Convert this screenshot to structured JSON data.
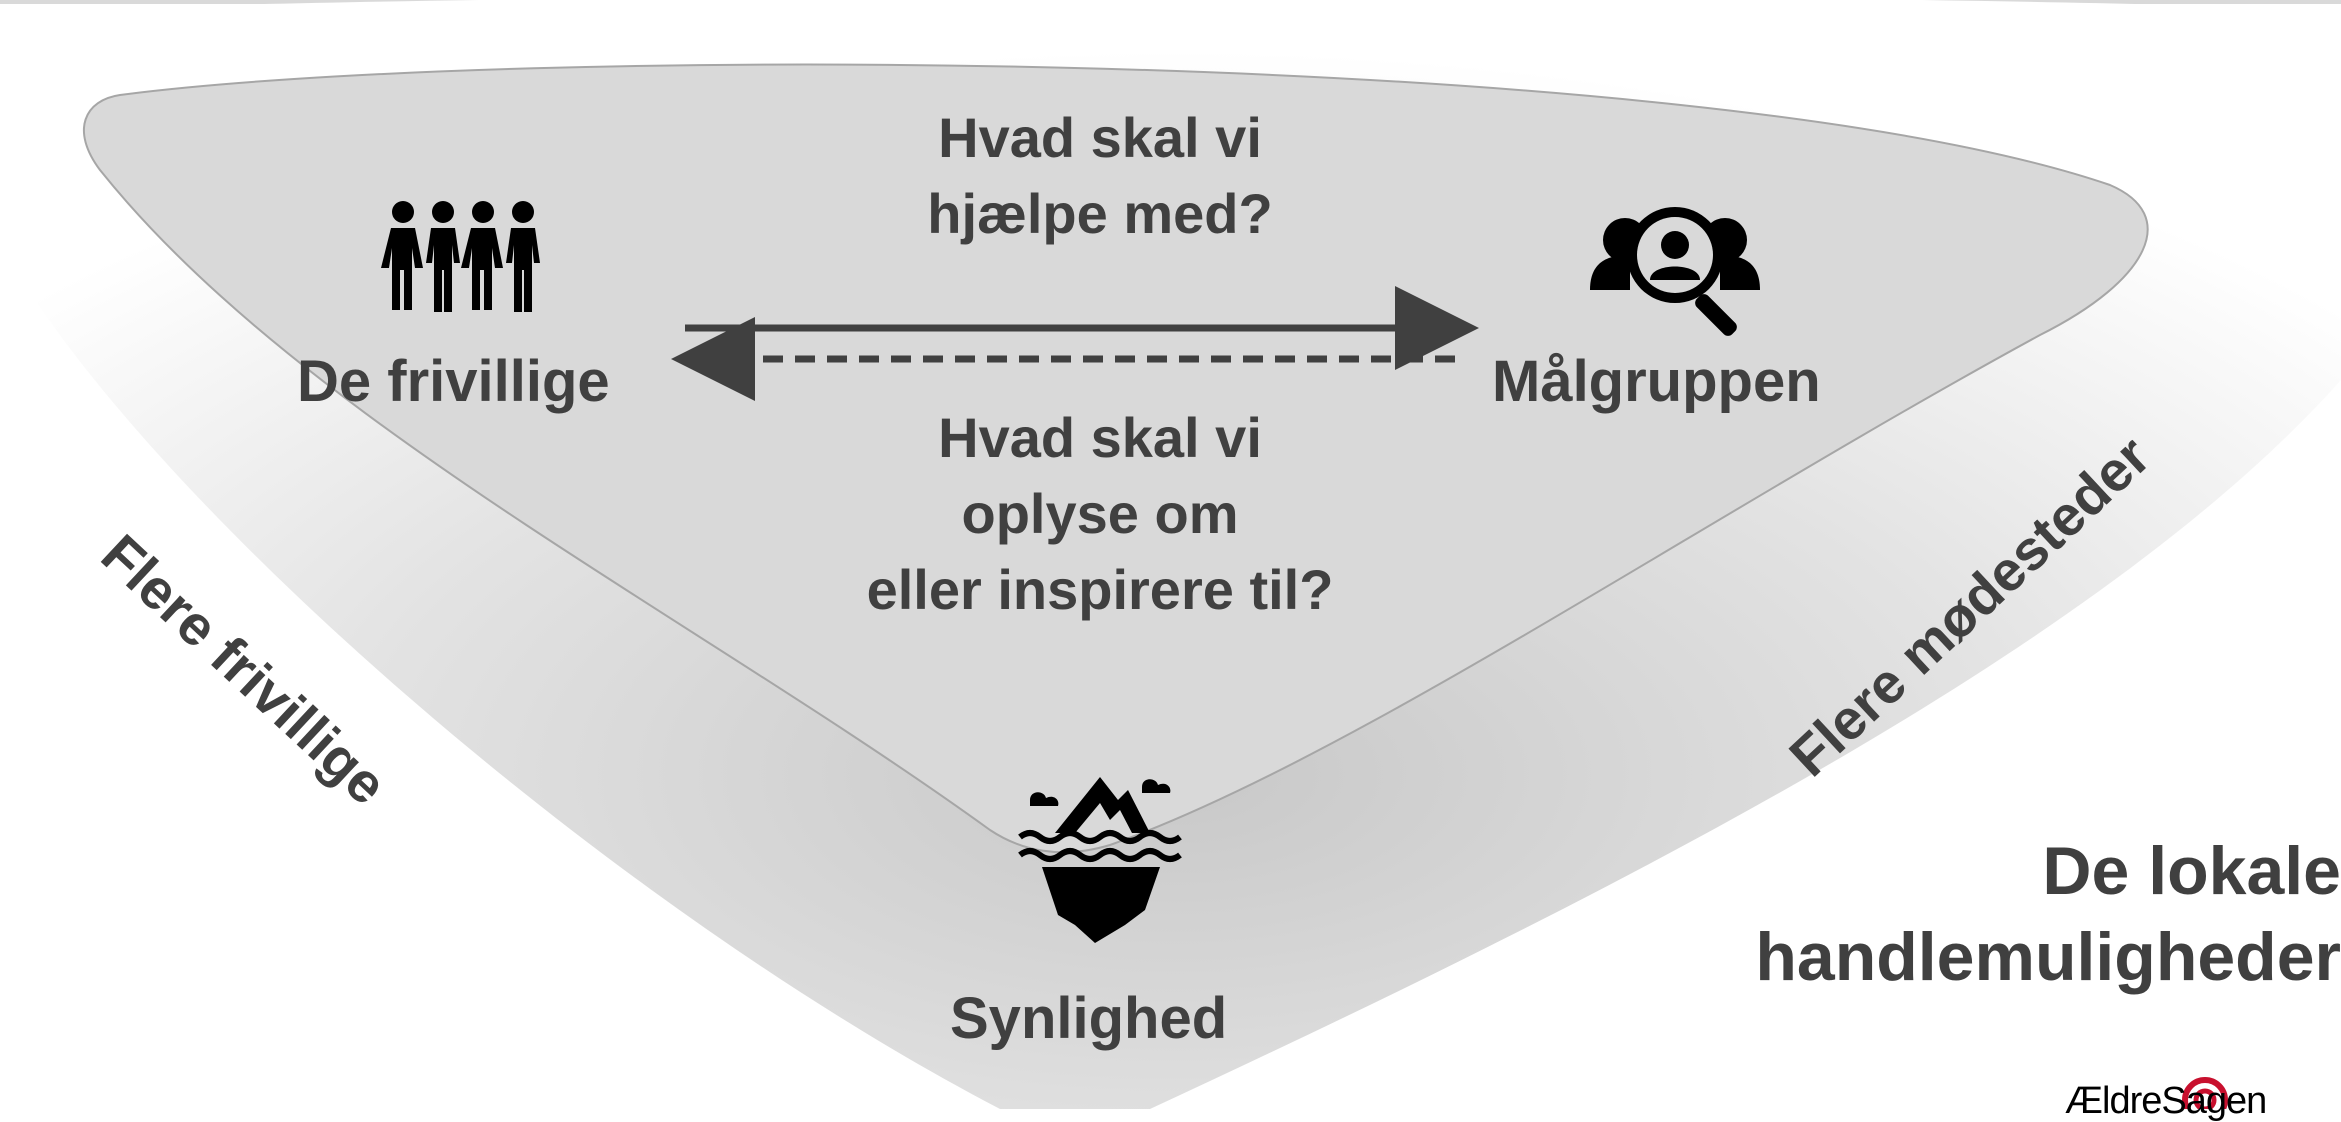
{
  "questions": {
    "top_line1": "Hvad skal vi",
    "top_line2": "hjælpe med?",
    "bottom_line1": "Hvad skal vi",
    "bottom_line2": "oplyse om",
    "bottom_line3": "eller inspirere til?"
  },
  "nodes": {
    "volunteers": {
      "label": "De frivillige",
      "icon": "people-group-icon"
    },
    "target_group": {
      "label": "Målgruppen",
      "icon": "search-person-icon"
    },
    "visibility": {
      "label": "Synlighed",
      "icon": "iceberg-icon"
    }
  },
  "side_labels": {
    "left": "Flere frivillige",
    "right": "Flere mødesteder"
  },
  "corner_title": {
    "line1": "De lokale",
    "line2": "handlemuligheder"
  },
  "logo_text": "ÆldreSagen",
  "colors": {
    "text": "#404040",
    "funnel_fill": "#d9d9d9",
    "outer_glow": "#e8e8e8",
    "logo_red": "#c8102e"
  }
}
